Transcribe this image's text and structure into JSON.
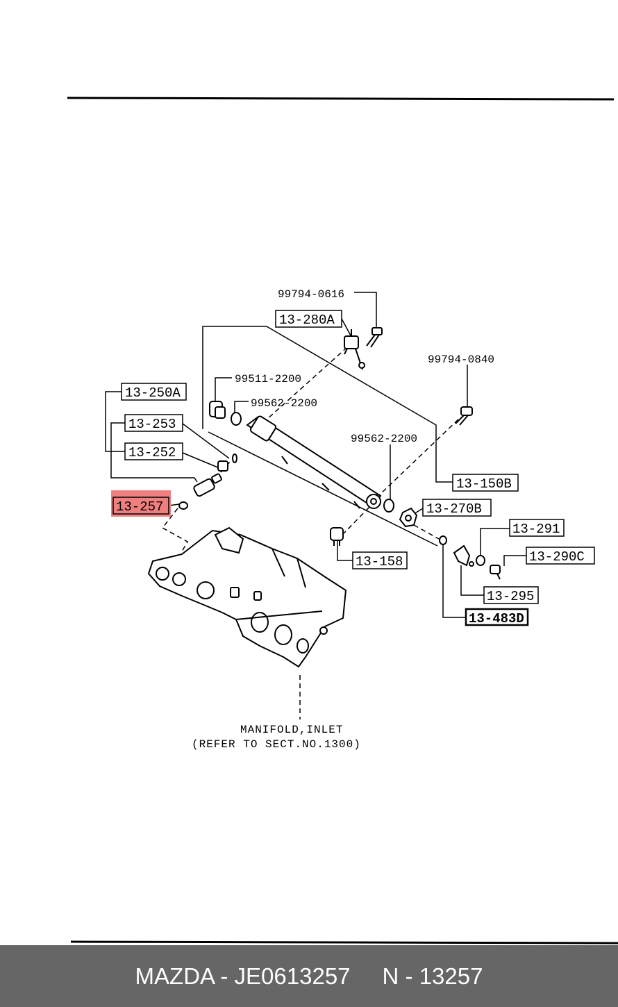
{
  "labels": {
    "bolt_top": "99794-0616",
    "bolt_right": "99794-0840",
    "pressure_regulator": "13-280A",
    "plug": "99511-2200",
    "washer_left": "99562-2200",
    "washer_right": "99562-2200",
    "injector_assy": "13-250A",
    "part_253": "13-253",
    "part_252": "13-252",
    "part_257": "13-257",
    "fuel_rail": "13-150B",
    "part_270b": "13-270B",
    "part_291": "13-291",
    "part_290c": "13-290C",
    "part_158": "13-158",
    "part_295": "13-295",
    "part_483d": "13-483D"
  },
  "note": {
    "line1": "MANIFOLD,INLET",
    "line2": "(REFER TO SECT.NO.1300)"
  },
  "footer": {
    "brand_part": "MAZDA - JE0613257",
    "ref": "N - 13257"
  },
  "colors": {
    "highlight": "#f08080",
    "footer_bg": "#666666"
  }
}
